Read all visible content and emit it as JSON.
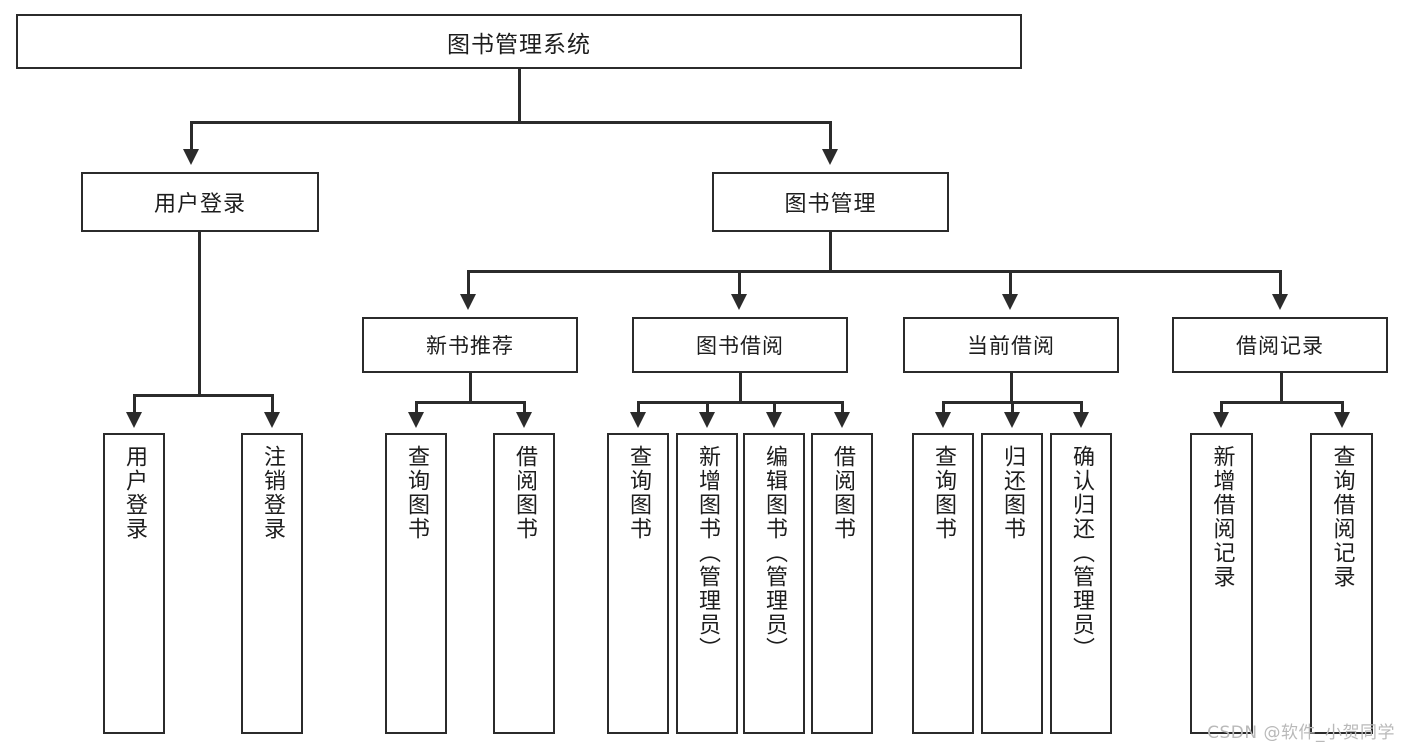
{
  "diagram": {
    "type": "tree",
    "title": "图书管理系统",
    "watermark": "CSDN @软件_小贺同学",
    "colors": {
      "stroke": "#2b2b2b",
      "fill": "#ffffff",
      "text": "#1d1d1d",
      "watermark": "#b9b9b9"
    },
    "root": {
      "label": "图书管理系统"
    },
    "level2": [
      {
        "label": "用户登录"
      },
      {
        "label": "图书管理"
      }
    ],
    "level3": [
      {
        "label": "新书推荐"
      },
      {
        "label": "图书借阅"
      },
      {
        "label": "当前借阅"
      },
      {
        "label": "借阅记录"
      }
    ],
    "leaves": {
      "user_login": [
        {
          "label": "用户登录"
        },
        {
          "label": "注销登录"
        }
      ],
      "new_book_recommend": [
        {
          "label": "查询图书"
        },
        {
          "label": "借阅图书"
        }
      ],
      "book_borrow": [
        {
          "label": "查询图书"
        },
        {
          "label": "新增图书（管理员）"
        },
        {
          "label": "编辑图书（管理员）"
        },
        {
          "label": "借阅图书"
        }
      ],
      "current_borrow": [
        {
          "label": "查询图书"
        },
        {
          "label": "归还图书"
        },
        {
          "label": "确认归还（管理员）"
        }
      ],
      "borrow_record": [
        {
          "label": "新增借阅记录"
        },
        {
          "label": "查询借阅记录"
        }
      ]
    }
  }
}
